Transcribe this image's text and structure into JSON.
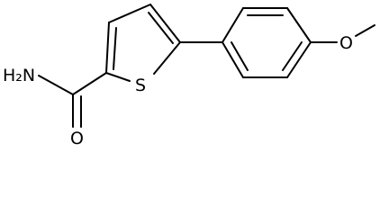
{
  "molecule": {
    "atom_labels": {
      "amine": "H₂N",
      "carbonyl_oxygen": "O",
      "ring_sulfur": "S",
      "ether_oxygen": "O"
    }
  },
  "colors": {
    "bond": "#000000",
    "label": "#000000",
    "background": "#ffffff"
  }
}
